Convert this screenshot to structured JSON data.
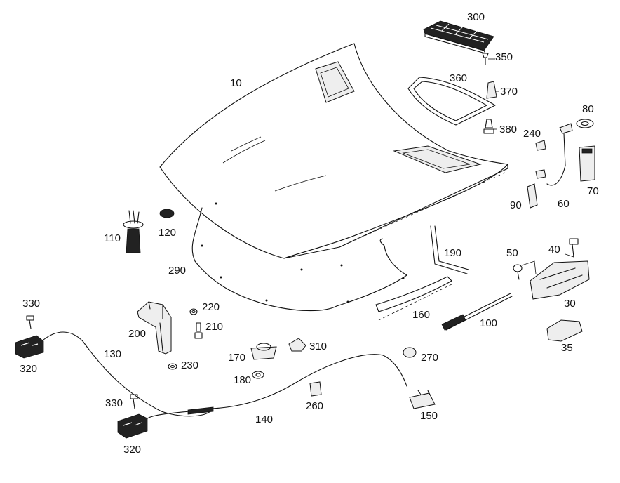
{
  "diagram": {
    "part_numbers": {
      "p10": "10",
      "p30": "30",
      "p35": "35",
      "p40": "40",
      "p50": "50",
      "p60": "60",
      "p70": "70",
      "p80": "80",
      "p90": "90",
      "p100": "100",
      "p110": "110",
      "p120": "120",
      "p130": "130",
      "p140": "140",
      "p150": "150",
      "p160": "160",
      "p170": "170",
      "p180": "180",
      "p190": "190",
      "p200": "200",
      "p210": "210",
      "p220": "220",
      "p230": "230",
      "p240": "240",
      "p260": "260",
      "p270": "270",
      "p290": "290",
      "p300": "300",
      "p310": "310",
      "p320a": "320",
      "p320b": "320",
      "p330a": "330",
      "p330b": "330",
      "p350": "350",
      "p360": "360",
      "p370": "370",
      "p380": "380"
    }
  }
}
